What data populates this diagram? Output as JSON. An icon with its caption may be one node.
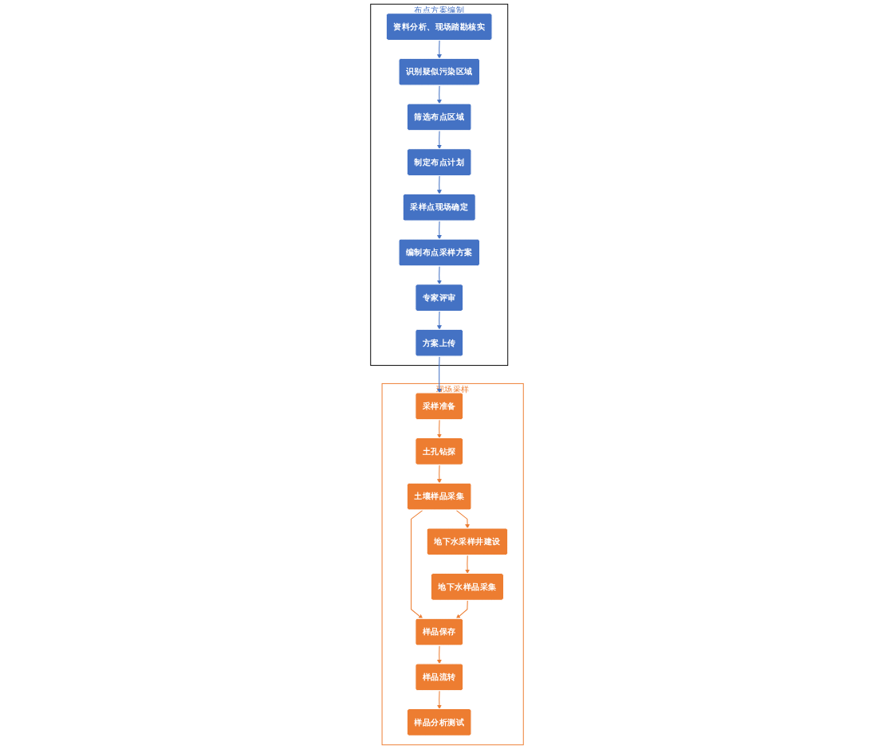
{
  "diagram": {
    "nodes": [
      {
        "text": [
          "布点方案编制"
        ]
      },
      {
        "text": [
          "资料分析、现场踏勘核实"
        ],
        "in": 0
      },
      {
        "text": [
          "识别疑似污染区域"
        ],
        "in": 0
      },
      {
        "text": [
          "筛选布点区域"
        ],
        "in": 0
      },
      {
        "text": [
          "制定布点计划"
        ],
        "in": 0
      },
      {
        "text": [
          "采样点现场确定"
        ],
        "in": 0
      },
      {
        "text": [
          "编制布点采样方案"
        ],
        "in": 0
      },
      {
        "text": [
          "专家评审"
        ],
        "in": 0
      },
      {
        "text": [
          "方案上传"
        ],
        "in": 0
      },
      {
        "text": [
          "现场采样"
        ]
      },
      {
        "text": [
          "采样准备"
        ],
        "in": 9
      },
      {
        "text": [
          "土孔钻探"
        ],
        "in": 9
      },
      {
        "text": [
          "土壤样品采集"
        ],
        "in": 9
      },
      {
        "text": [
          "地下水采样井建设"
        ],
        "in": 9
      },
      {
        "text": [
          "样品保存"
        ],
        "in": 9
      },
      {
        "text": [
          "地下水样品采集"
        ],
        "in": 9
      },
      {
        "text": [
          "样品流转"
        ],
        "in": 9
      },
      {
        "text": [
          "样品分析测试"
        ],
        "in": 9
      }
    ],
    "edges": [
      {
        "from": 1,
        "to": 2,
        "arrow": "to",
        "color": "#4472c4"
      },
      {
        "from": 2,
        "to": 3,
        "arrow": "to",
        "color": "#4472c4"
      },
      {
        "from": 3,
        "to": 4,
        "arrow": "to",
        "color": "#4472c4"
      },
      {
        "from": 4,
        "to": 5,
        "arrow": "to",
        "color": "#4472c4"
      },
      {
        "from": 5,
        "to": 6,
        "arrow": "to",
        "color": "#4472c4"
      },
      {
        "from": 6,
        "to": 7,
        "arrow": "to",
        "color": "#4472c4"
      },
      {
        "from": 7,
        "to": 8,
        "arrow": "to",
        "color": "#4472c4"
      },
      {
        "from": 8,
        "to": 10,
        "arrow": "to",
        "color": "#4472c4"
      },
      {
        "from": 10,
        "to": 11,
        "arrow": "to",
        "color": "#ed7d31"
      },
      {
        "from": 11,
        "to": 12,
        "arrow": "to",
        "color": "#ed7d31"
      },
      {
        "from": 12,
        "to": 13,
        "arrow": "to",
        "color": "#ed7d31"
      },
      {
        "from": 12,
        "to": 14,
        "arrow": "to",
        "color": "#ed7d31"
      },
      {
        "from": 13,
        "to": 15,
        "arrow": "to",
        "color": "#ed7d31"
      },
      {
        "from": 15,
        "to": 14,
        "arrow": "to",
        "color": "#ed7d31"
      },
      {
        "from": 14,
        "to": 16,
        "arrow": "to",
        "color": "#ed7d31"
      },
      {
        "from": 16,
        "to": 17,
        "arrow": "to",
        "color": "#ed7d31"
      }
    ]
  }
}
